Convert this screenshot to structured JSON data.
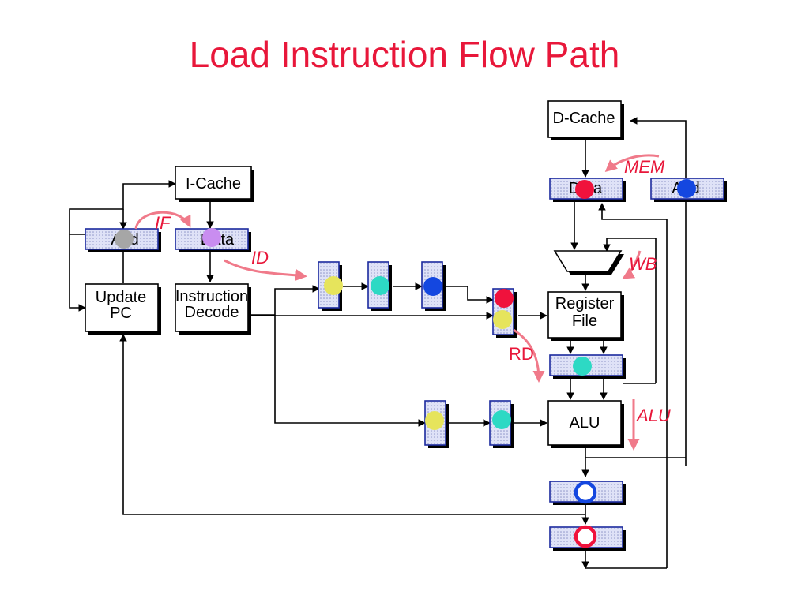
{
  "title": "Load Instruction Flow Path",
  "colors": {
    "title": "#e8173a",
    "stage_label": "#e8173a",
    "stage_arrow": "#f07a8a",
    "register_fill": "#c9cdf0",
    "token_gray": "#a6a6a6",
    "token_lavender": "#c98df0",
    "token_yellow": "#e6e45c",
    "token_teal": "#2dd9c4",
    "token_blue": "#1447e0",
    "token_red": "#f0123c"
  },
  "blocks": {
    "icache": "I-Cache",
    "fetch_add": "Add",
    "fetch_data": "Data",
    "update_pc_1": "Update",
    "update_pc_2": "PC",
    "decode_1": "Instruction",
    "decode_2": "Decode",
    "dcache": "D-Cache",
    "mem_data": "Data",
    "mem_add": "Add",
    "regfile_1": "Register",
    "regfile_2": "File",
    "alu": "ALU"
  },
  "stages": {
    "if": "IF",
    "id": "ID",
    "rd": "RD",
    "alu": "ALU",
    "mem": "MEM",
    "wb": "WB"
  }
}
